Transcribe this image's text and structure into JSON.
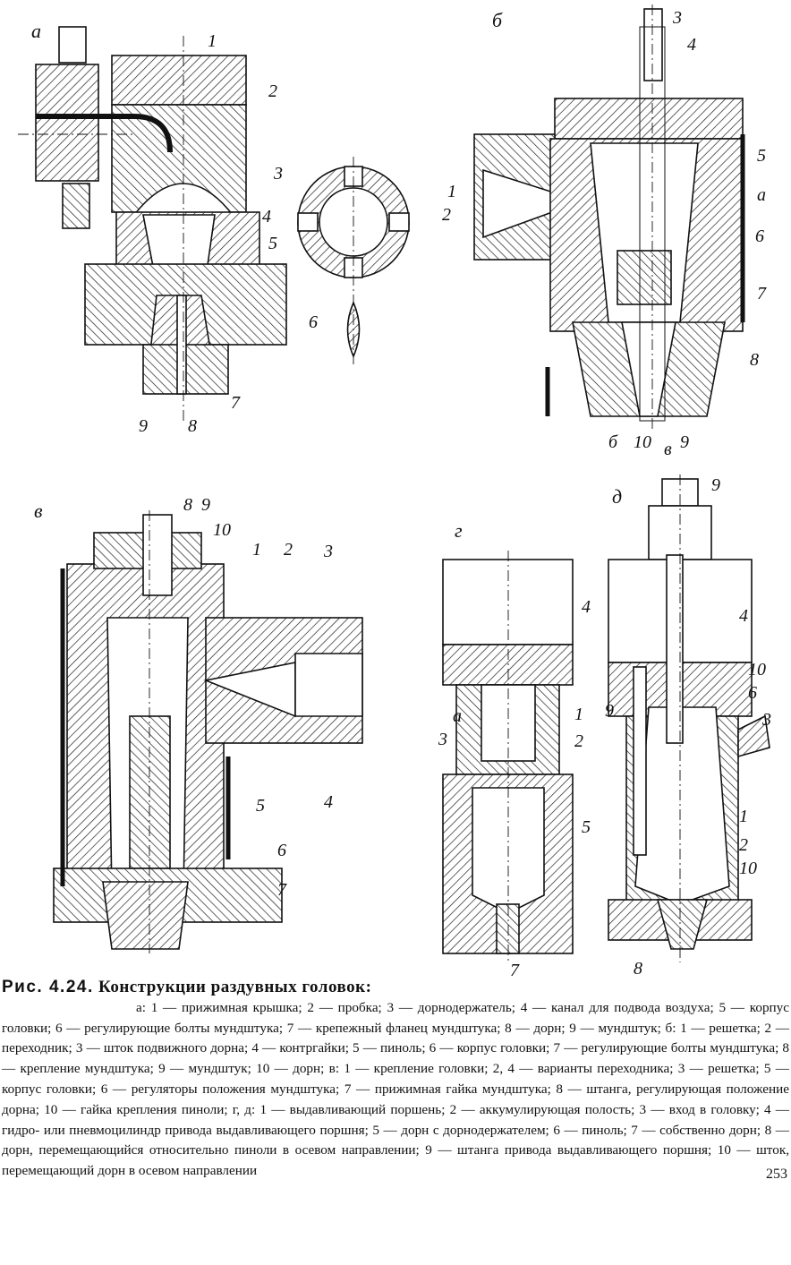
{
  "panels": {
    "a": {
      "letter": "а",
      "numbers": [
        "1",
        "2",
        "3",
        "4",
        "5",
        "6",
        "7",
        "8",
        "9"
      ]
    },
    "b": {
      "letter": "б",
      "numbers": [
        "1",
        "2",
        "3",
        "4",
        "5",
        "а",
        "6",
        "7",
        "8",
        "б",
        "10",
        "в",
        "9"
      ]
    },
    "v": {
      "letter": "в",
      "numbers": [
        "8",
        "9",
        "10",
        "1",
        "2",
        "3",
        "4",
        "5",
        "6",
        "7"
      ]
    },
    "g": {
      "letter": "г",
      "numbers": [
        "4",
        "а",
        "1",
        "3",
        "2",
        "5",
        "7"
      ]
    },
    "d": {
      "letter": "д",
      "numbers": [
        "9",
        "4",
        "10",
        "6",
        "9",
        "3",
        "1",
        "2",
        "10",
        "8"
      ]
    }
  },
  "caption": {
    "figure": "Рис. 4.24.",
    "title": "Конструкции раздувных головок:",
    "body": "а: 1 — прижимная крышка; 2 — пробка; 3 — дорнодержатель; 4 — канал для подвода воздуха; 5 — корпус головки; 6 — регулирующие болты мундштука; 7 — крепежный фланец мундштука; 8 — дорн; 9 — мундштук; б: 1 — решетка; 2 — переходник; 3 — шток подвижного дорна; 4 — контргайки; 5 — пиноль; 6 — корпус головки; 7 — регулирующие болты мундштука; 8 — крепление мундштука; 9 — мундштук; 10 — дорн; в: 1 — крепление головки; 2, 4 — варианты переходника; 3 — решетка; 5 — корпус головки; 6 — регуляторы положения мундштука; 7 — прижимная гайка мундштука; 8 — штанга, регулирующая положение дорна; 10 — гайка крепления пиноли; г, д: 1 — выдавливающий поршень; 2 — аккумулирующая полость; 3 — вход в головку; 4 — гидро- или пневмоцилиндр привода выдавливающего поршня; 5 — дорн с дорнодержателем; 6 — пиноль; 7 — собственно дорн; 8 — дорн, перемещающийся относительно пиноли в осевом направлении; 9 — штанга привода выдавливающего поршня; 10 — шток, перемещающий дорн в осевом направлении",
    "page_number": "253"
  }
}
